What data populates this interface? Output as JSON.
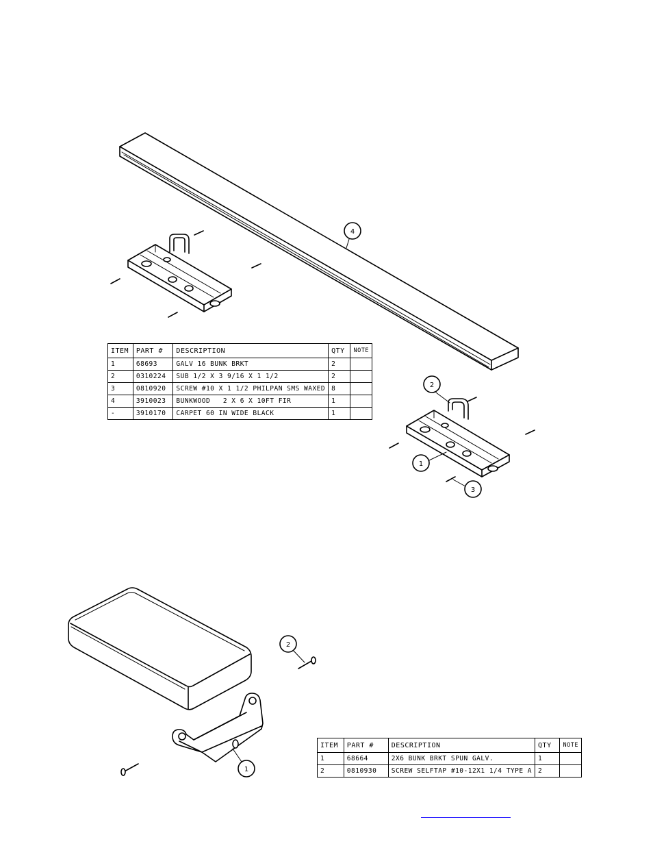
{
  "balloons": {
    "bunkwood": "4",
    "sub_top": "2",
    "bracket_right": "1",
    "screw_right": "3",
    "screw_bottom": "2",
    "bracket_bottom": "1"
  },
  "bom1": {
    "headers": [
      "ITEM",
      "PART #",
      "DESCRIPTION",
      "QTY",
      "NOTE"
    ],
    "rows": [
      [
        "1",
        "68693",
        "GALV 16 BUNK BRKT",
        "2",
        ""
      ],
      [
        "2",
        "0310224",
        "SUB 1/2 X 3 9/16 X 1 1/2",
        "2",
        ""
      ],
      [
        "3",
        "0810920",
        "SCREW #10 X 1 1/2 PHILPAN SMS WAXED",
        "8",
        ""
      ],
      [
        "4",
        "3910023",
        "BUNKWOOD   2 X 6 X 10FT FIR",
        "1",
        ""
      ],
      [
        "-",
        "3910170",
        "CARPET 60 IN WIDE BLACK",
        "1",
        ""
      ]
    ]
  },
  "bom2": {
    "headers": [
      "ITEM",
      "PART #",
      "DESCRIPTION",
      "QTY",
      "NOTE"
    ],
    "rows": [
      [
        "1",
        "68664",
        "2X6 BUNK BRKT SPUN GALV.",
        "1",
        ""
      ],
      [
        "2",
        "0810930",
        "SCREW SELFTAP #10-12X1 1/4 TYPE A",
        "2",
        ""
      ]
    ]
  },
  "colors": {
    "line": "#000000",
    "link": "#1a0dff"
  }
}
